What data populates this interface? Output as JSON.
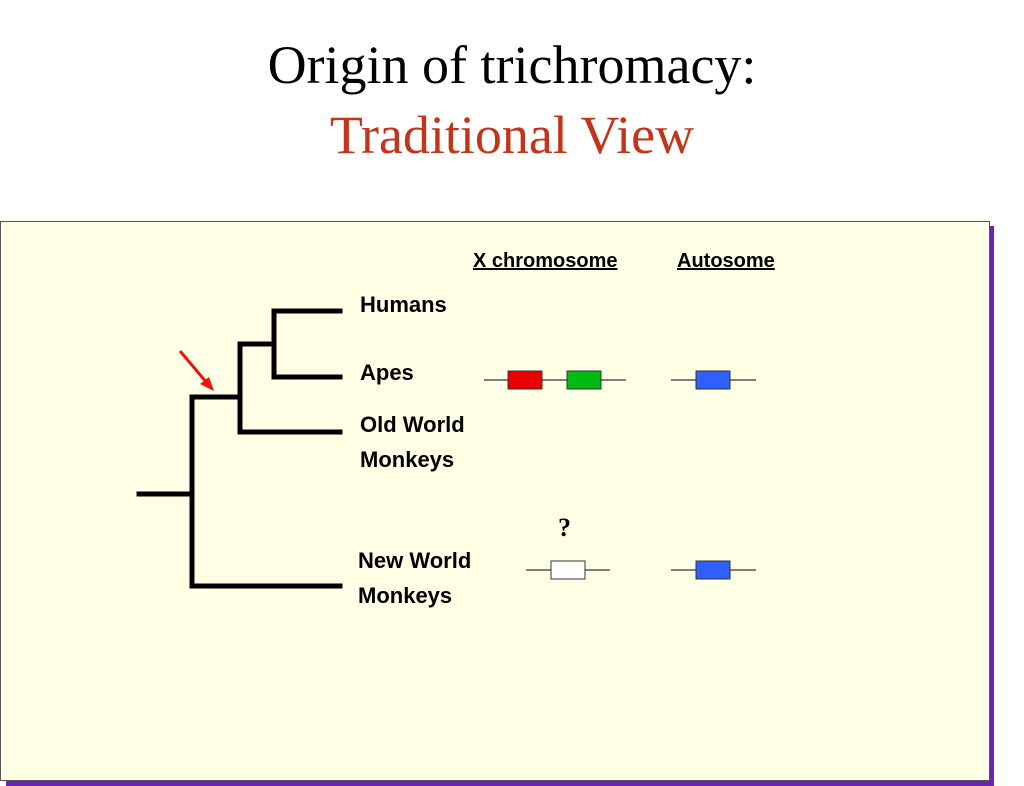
{
  "title": {
    "line1": "Origin of trichromacy:",
    "line2": "Traditional View",
    "line2_color": "#c1361a"
  },
  "headers": {
    "x_chromosome": "X chromosome",
    "autosome": "Autosome"
  },
  "taxa": {
    "humans": "Humans",
    "apes": "Apes",
    "old_world_line1": "Old World",
    "old_world_line2": "Monkeys",
    "new_world_line1": "New World",
    "new_world_line2": "Monkeys"
  },
  "unknown_marker": "?",
  "gene_colors": {
    "red_opsin": "#ee0000",
    "green_opsin": "#00bb11",
    "blue_opsin": "#2f5fff",
    "unknown_opsin": "#ffffff"
  },
  "arrow_color": "#ee1111",
  "panel_color": "#ffffe6"
}
